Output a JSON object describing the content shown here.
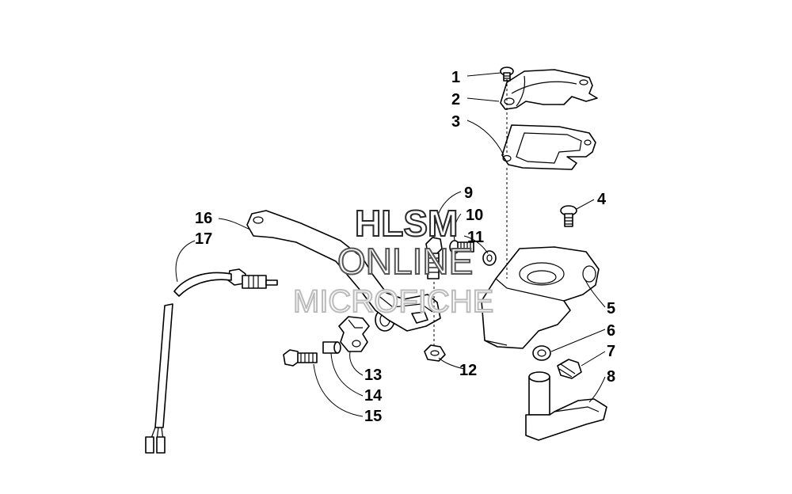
{
  "watermark": {
    "line1": "HLSM",
    "line2": "ONLINE",
    "line3": "MICROFICHE"
  },
  "callouts": [
    "1",
    "2",
    "3",
    "4",
    "5",
    "6",
    "7",
    "8",
    "9",
    "10",
    "11",
    "12",
    "13",
    "14",
    "15",
    "16",
    "17"
  ]
}
